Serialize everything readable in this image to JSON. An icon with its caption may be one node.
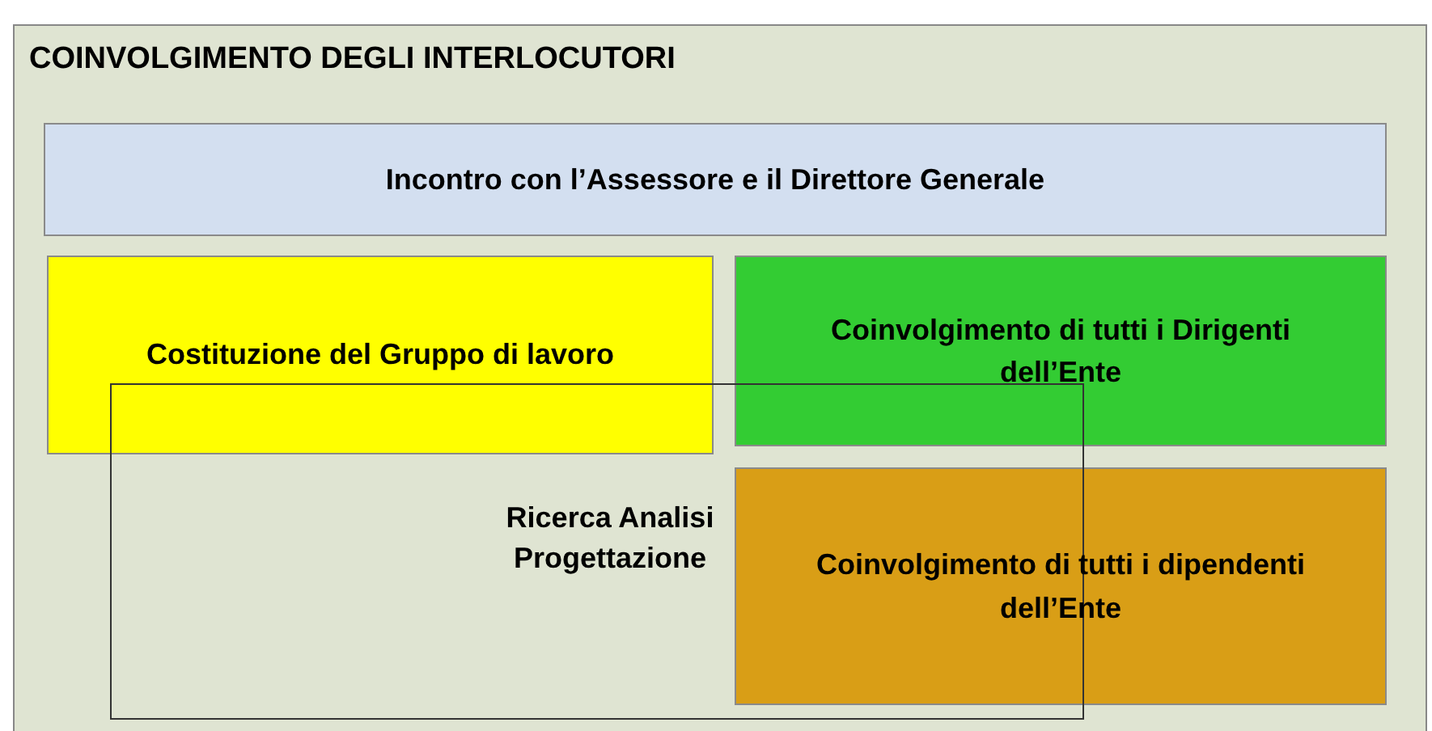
{
  "diagram": {
    "nodes": [
      {
        "text": [
          "COINVOLGIMENTO DEGLI INTERLOCUTORI"
        ]
      },
      {
        "text": [
          "Incontro con l’Assessore e il Direttore Generale"
        ],
        "in": 0
      },
      {
        "text": [
          "Costituzione del Gruppo di lavoro"
        ],
        "in": 0
      },
      {
        "text": [
          "Coinvolgimento di tutti i Dirigenti dell’Ente"
        ],
        "in": 0
      },
      {
        "text": [
          "Coinvolgimento di tutti i dipendenti dell’Ente"
        ],
        "in": 0
      },
      {
        "text": [
          "Ricerca Analisi Progettazione"
        ],
        "in": 0
      }
    ]
  }
}
